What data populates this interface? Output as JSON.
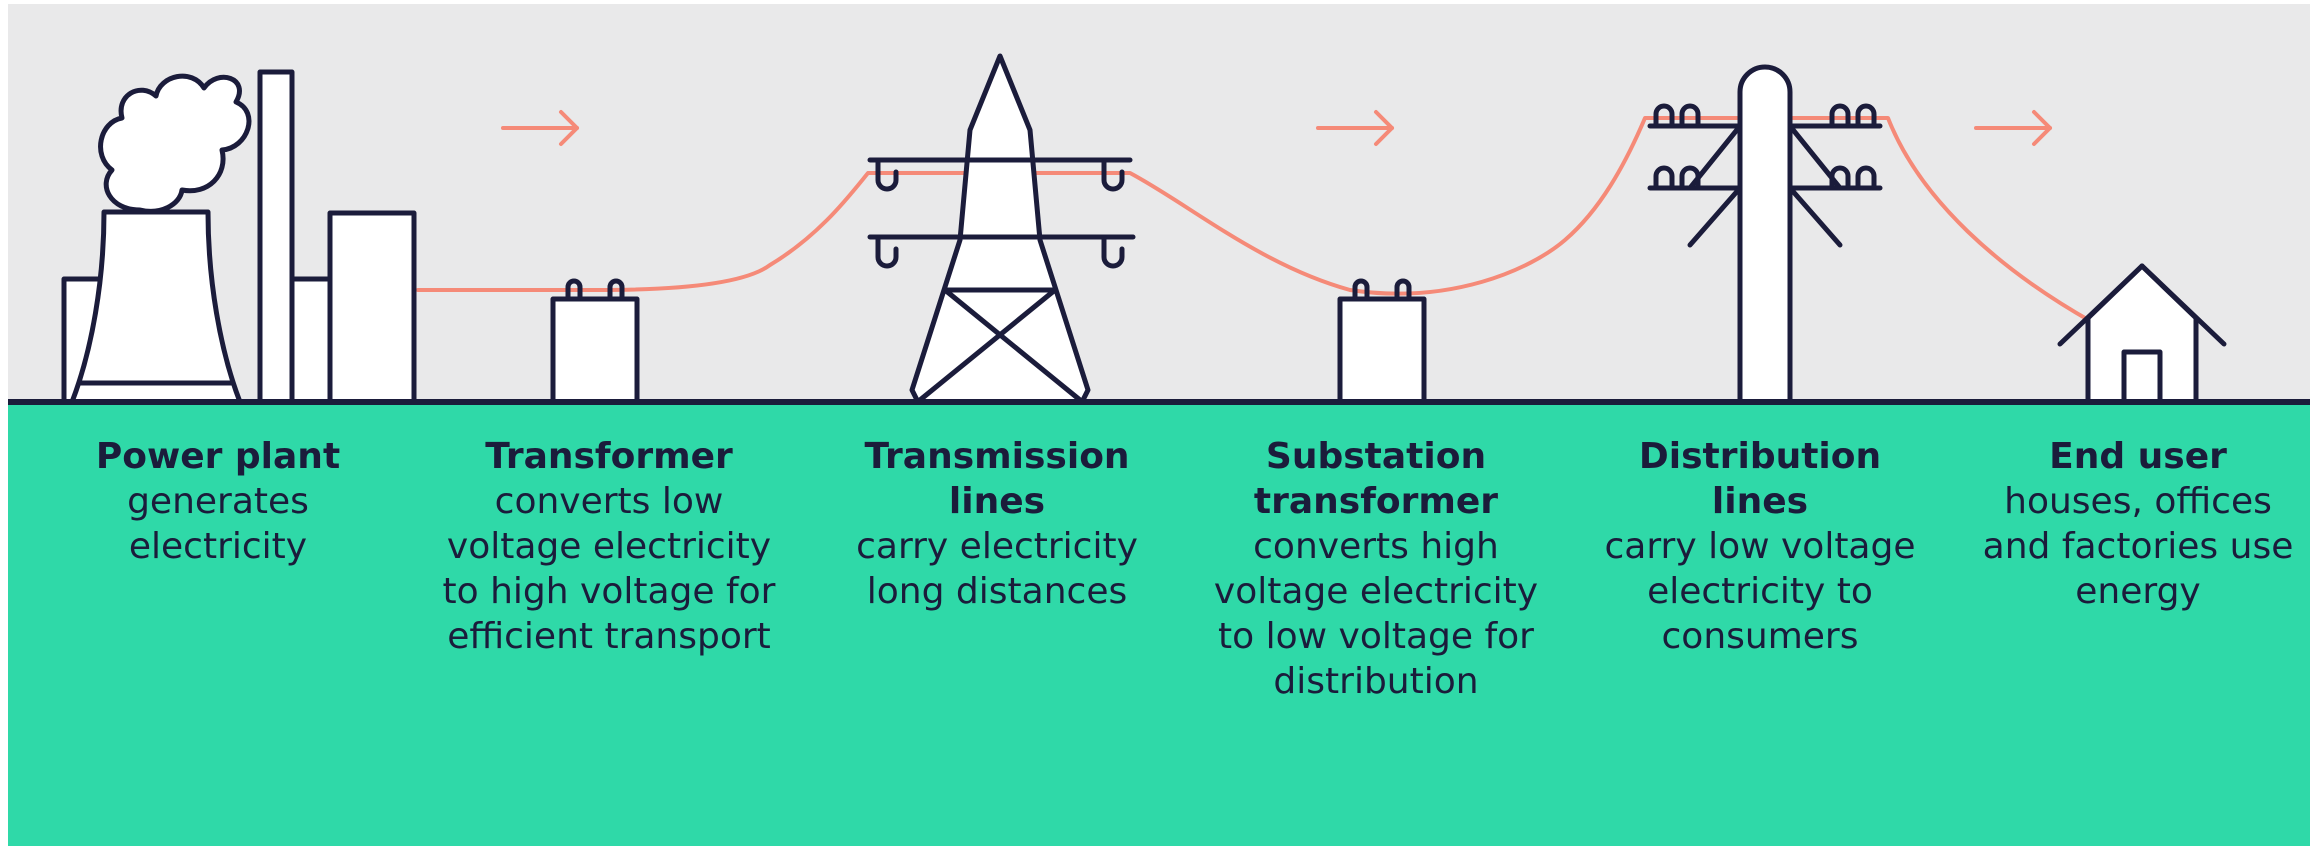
{
  "colors": {
    "sky": "#e9e9ea",
    "ground": "#2fd9a8",
    "outline": "#1b1c3b",
    "fill": "#ffffff",
    "line": "#f58a78"
  },
  "arrow_icon": "right-arrow-icon",
  "stages": [
    {
      "title": "Power plant",
      "description": "generates electricity",
      "icon": "power-plant-icon"
    },
    {
      "title": "Transformer",
      "description": "converts low voltage electricity to high voltage for efficient transport",
      "icon": "transformer-icon"
    },
    {
      "title": "Transmission lines",
      "description": "carry electricity long distances",
      "icon": "transmission-tower-icon"
    },
    {
      "title": "Substation transformer",
      "description": "converts high voltage electricity to low voltage for distribution",
      "icon": "substation-transformer-icon"
    },
    {
      "title": "Distribution lines",
      "description": "carry low voltage electricity to consumers",
      "icon": "utility-pole-icon"
    },
    {
      "title": "End user",
      "description": "houses, offices and factories use energy",
      "icon": "house-icon"
    }
  ]
}
